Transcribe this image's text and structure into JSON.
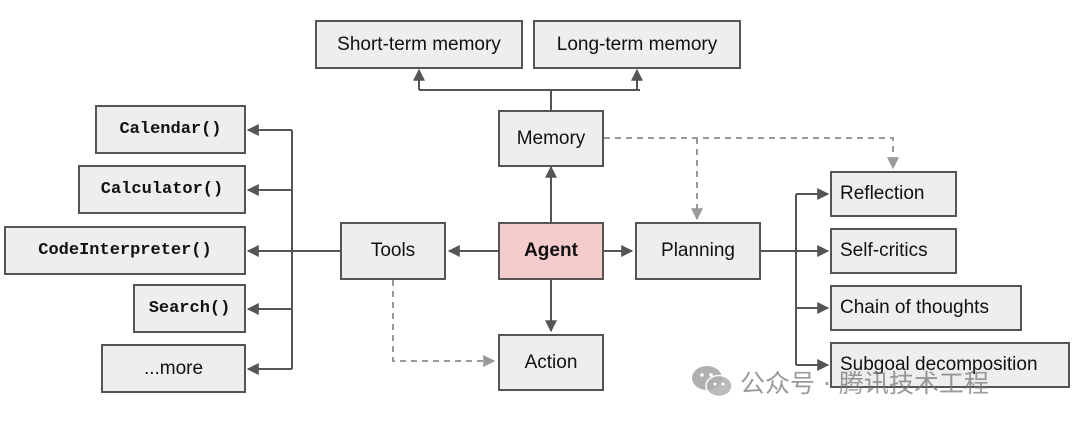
{
  "diagram": {
    "center": "Agent",
    "memory": {
      "label": "Memory",
      "children": [
        "Short-term memory",
        "Long-term memory"
      ]
    },
    "tools": {
      "label": "Tools",
      "children": [
        "Calendar()",
        "Calculator()",
        "CodeInterpreter()",
        "Search()",
        "...more"
      ]
    },
    "planning": {
      "label": "Planning",
      "children": [
        "Reflection",
        "Self-critics",
        "Chain of thoughts",
        "Subgoal decomposition"
      ]
    },
    "action": {
      "label": "Action"
    }
  },
  "colors": {
    "node_fill": "#eeeeee",
    "node_border": "#555555",
    "agent_fill": "#f4cccc",
    "arrow": "#555555",
    "dashed_arrow": "#999999"
  },
  "watermark": {
    "text": "公众号 · 腾讯技术工程",
    "icon": "wechat-logo-icon"
  }
}
